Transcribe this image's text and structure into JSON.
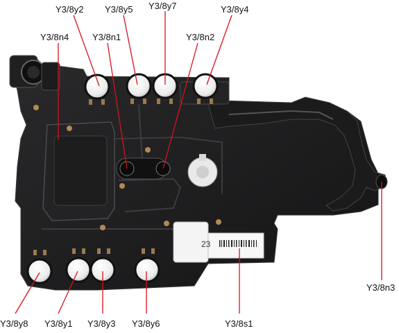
{
  "labels": {
    "y3_8y2": "Y3/8y2",
    "y3_8y5": "Y3/8y5",
    "y3_8y7": "Y3/8y7",
    "y3_8y4": "Y3/8y4",
    "y3_8n4": "Y3/8n4",
    "y3_8n1": "Y3/8n1",
    "y3_8n2": "Y3/8n2",
    "y3_8n3": "Y3/8n3",
    "y3_8y8": "Y3/8y8",
    "y3_8y1": "Y3/8y1",
    "y3_8y3": "Y3/8y3",
    "y3_8y6": "Y3/8y6",
    "y3_8s1": "Y3/8s1"
  },
  "sticker": {
    "number": "23"
  },
  "colors": {
    "leader_line": "#d8111b",
    "housing": "#1c1c1d",
    "housing_edge": "#3a3a3c",
    "solenoid": "#f2f2f2",
    "sensor_body": "#f4f4f4"
  }
}
